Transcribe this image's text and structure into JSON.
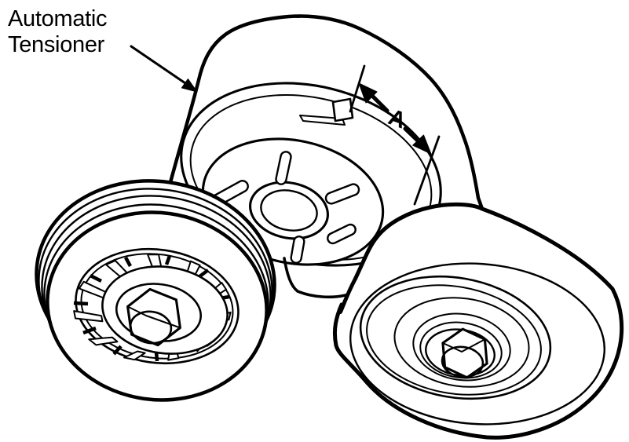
{
  "figure": {
    "background_color": "#ffffff",
    "line_color": "#000000",
    "callout": {
      "line1": "Automatic",
      "line2": "Tensioner"
    },
    "dimension": {
      "label": "A"
    }
  }
}
